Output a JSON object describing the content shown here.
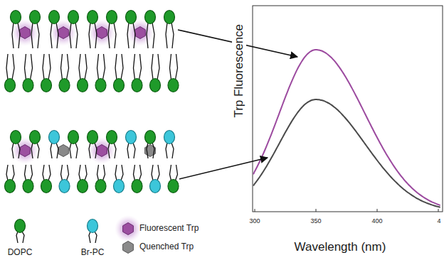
{
  "diagram": {
    "labels": [
      "Trp Fluorescence",
      "Wavelength (nm)",
      "300",
      "350",
      "400",
      "4"
    ],
    "legend": [
      {
        "text": "DOPC"
      },
      {
        "text": "Br-PC"
      },
      {
        "text": "Fluorescent Trp"
      },
      {
        "text": "Quenched Trp"
      }
    ]
  }
}
